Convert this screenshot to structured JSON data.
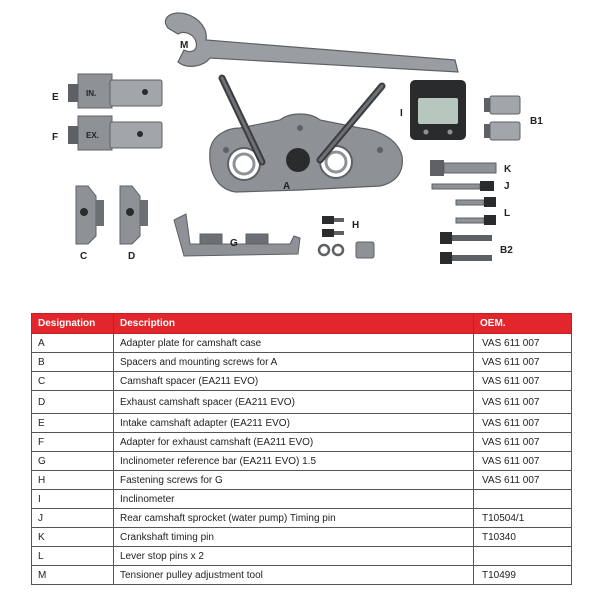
{
  "illustration": {
    "labels": {
      "a": "A",
      "b1": "B1",
      "b2": "B2",
      "c": "C",
      "d": "D",
      "e": "E",
      "f": "F",
      "g": "G",
      "h": "H",
      "i": "I",
      "j": "J",
      "k": "K",
      "l": "L",
      "m": "M",
      "in_mark": "IN.",
      "ex_mark": "EX."
    },
    "colors": {
      "metal": "#8e9296",
      "dark_metal": "#5d6064",
      "black": "#2a2b2d",
      "screen": "#b8c6c0"
    }
  },
  "table": {
    "headers": {
      "designation": "Designation",
      "description": "Description",
      "oem": "OEM."
    },
    "header_color": "#e2262b",
    "rows": [
      {
        "designation": "A",
        "description": "Adapter plate for camshaft case",
        "oem": "VAS 611 007"
      },
      {
        "designation": "B",
        "description": "Spacers and mounting screws for A",
        "oem": "VAS 611 007"
      },
      {
        "designation": "C",
        "description": "Camshaft spacer (EA211 EVO)",
        "oem": "VAS 611 007"
      },
      {
        "designation": "D",
        "description": "Exhaust camshaft spacer (EA211 EVO)",
        "oem": "VAS 611 007"
      },
      {
        "designation": "E",
        "description": "Intake camshaft adapter (EA211 EVO)",
        "oem": "VAS 611 007"
      },
      {
        "designation": "F",
        "description": "Adapter for exhaust camshaft (EA211 EVO)",
        "oem": "VAS 611 007"
      },
      {
        "designation": "G",
        "description": "Inclinometer reference bar (EA211 EVO) 1.5",
        "oem": "VAS 611 007"
      },
      {
        "designation": "H",
        "description": "Fastening screws for G",
        "oem": "VAS 611 007"
      },
      {
        "designation": "I",
        "description": "Inclinometer",
        "oem": ""
      },
      {
        "designation": "J",
        "description": "Rear camshaft sprocket (water pump) Timing pin",
        "oem": "T10504/1"
      },
      {
        "designation": "K",
        "description": "Crankshaft timing pin",
        "oem": "T10340"
      },
      {
        "designation": "L",
        "description": "Lever stop pins x 2",
        "oem": ""
      },
      {
        "designation": "M",
        "description": "Tensioner pulley adjustment tool",
        "oem": "T10499"
      }
    ]
  }
}
